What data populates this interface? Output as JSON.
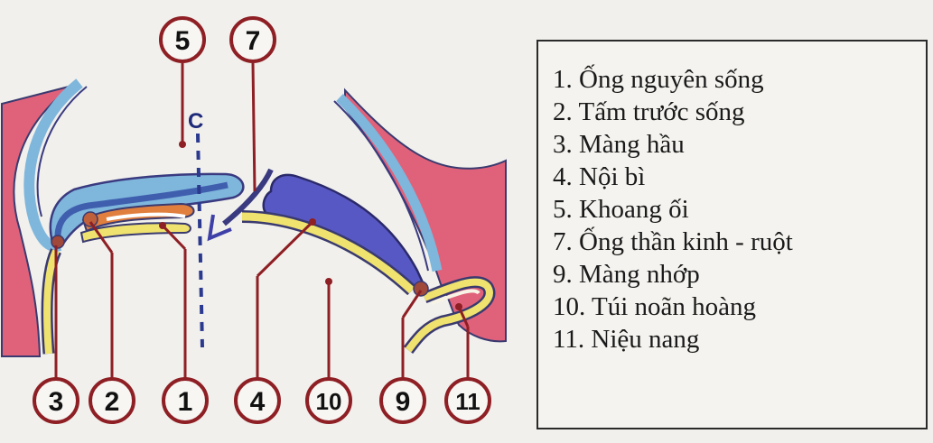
{
  "callouts": [
    "5",
    "7",
    "3",
    "2",
    "1",
    "4",
    "10",
    "9",
    "11"
  ],
  "plane_label": "C",
  "legend": [
    "1. Ống nguyên sống",
    "2. Tấm trước sống",
    "3. Màng hầu",
    "4. Nội bì",
    "5. Khoang ối",
    "7. Ống thần kinh - ruột",
    "9. Màng nhớp",
    "10. Túi noãn hoàng",
    "11. Niệu nang"
  ],
  "colors": {
    "ectoderm": "#e0627a",
    "mesoderm_light": "#7fb6dc",
    "mesoderm_dark": "#3f5fae",
    "notochord": "#e07f3e",
    "endoderm": "#efe26e",
    "entoderm": "#5858c4",
    "leader": "#8e1f24",
    "plane": "#2b3a8f"
  }
}
